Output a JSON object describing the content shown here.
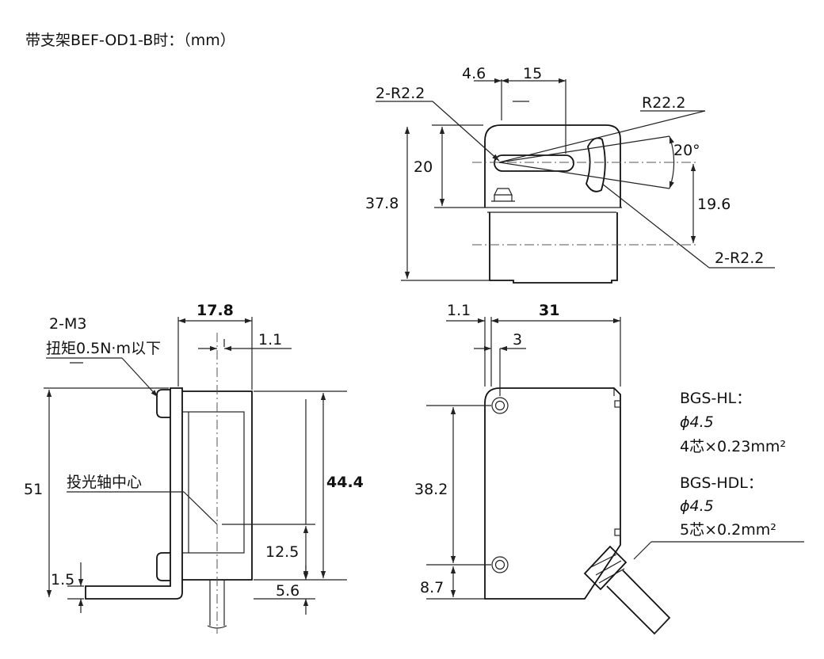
{
  "title": "带支架BEF-OD1-B时：（mm）",
  "top_view": {
    "d_4_6": "4.6",
    "d_15": "15",
    "d_2r22_a": "2-R2.2",
    "d_r222": "R22.2",
    "d_20deg": "20°",
    "d_20": "20",
    "d_378": "37.8",
    "d_196": "19.6",
    "d_2r22_b": "2-R2.2"
  },
  "side_view": {
    "d_2m3": "2-M3",
    "d_torque": "扭矩0.5N·m以下",
    "d_178": "17.8",
    "d_11": "1.1",
    "d_51": "51",
    "d_axis": "投光轴中心",
    "d_444": "44.4",
    "d_125": "12.5",
    "d_15": "1.5",
    "d_56": "5.6"
  },
  "front_view": {
    "d_11": "1.1",
    "d_31": "31",
    "d_3": "3",
    "d_382": "38.2",
    "d_87": "8.7"
  },
  "cables": {
    "c1_name": "BGS-HL：",
    "c1_dia": "ϕ4.5",
    "c1_spec": "4芯×0.23mm²",
    "c2_name": "BGS-HDL：",
    "c2_dia": "ϕ4.5",
    "c2_spec": "5芯×0.2mm²"
  }
}
